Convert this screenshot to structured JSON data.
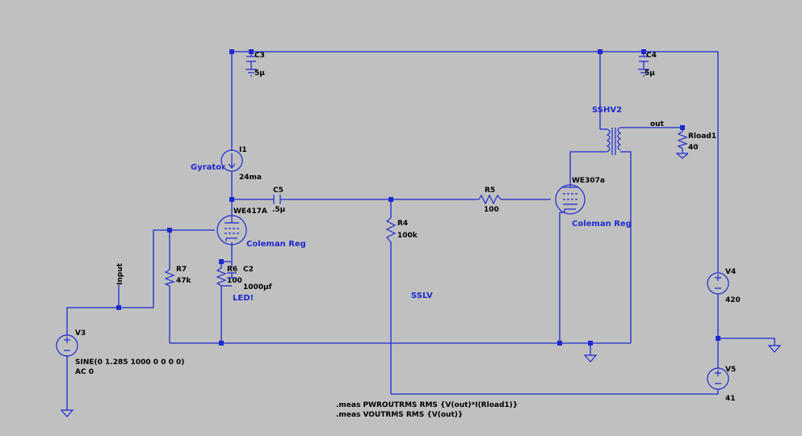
{
  "components": {
    "c3": {
      "name": "C3",
      "value": "5µ"
    },
    "c4": {
      "name": "C4",
      "value": "5µ"
    },
    "i1": {
      "name": "I1",
      "value": "24ma"
    },
    "c5": {
      "name": "C5",
      "value": ".5µ"
    },
    "r5": {
      "name": "R5",
      "value": "100"
    },
    "r4": {
      "name": "R4",
      "value": "100k"
    },
    "r7": {
      "name": "R7",
      "value": "47k"
    },
    "r6": {
      "name": "R6",
      "value": "100"
    },
    "c2": {
      "name": "C2",
      "value": "1000µf"
    },
    "v3": {
      "name": "V3",
      "value": "SINE(0 1.285 1000 0 0 0 0)",
      "value2": "AC 0"
    },
    "v4": {
      "name": "V4",
      "value": "420"
    },
    "v5": {
      "name": "V5",
      "value": "41"
    },
    "rload": {
      "name": "Rload1",
      "value": "40"
    },
    "tube1": {
      "name": "WE417A"
    },
    "tube2": {
      "name": "WE307a"
    }
  },
  "labels": {
    "gyrator": "Gyrator",
    "sshv2": "SSHV2",
    "coleman1": "Coleman Reg",
    "coleman2": "Coleman Reg",
    "led": "LED!",
    "sslv": "SSLV",
    "input": "Input",
    "out": "out"
  },
  "directives": {
    "meas1": ".meas PWROUTRMS RMS {V(out)*I(Rload1)}",
    "meas2": ".meas VOUTRMS RMS {V(out)}"
  },
  "colors": {
    "background": "#c0c0c0",
    "wire": "#1e2ad0",
    "text": "#000000"
  }
}
